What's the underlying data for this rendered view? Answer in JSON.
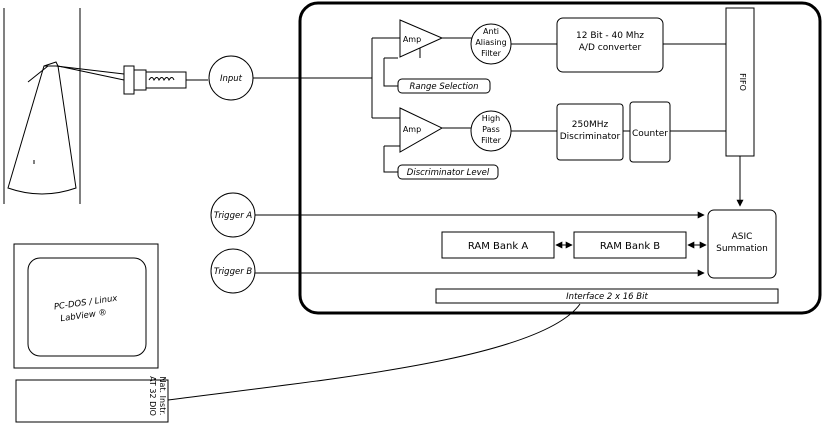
{
  "diagram": {
    "nodes": {
      "input": "Input",
      "trigger_a": "Trigger A",
      "trigger_b": "Trigger B",
      "amp_top": "Amp",
      "amp_bottom": "Amp",
      "range_selection": "Range Selection",
      "discriminator_level": "Discriminator Level",
      "anti_aliasing_filter": [
        "Anti",
        "Aliasing",
        "Filter"
      ],
      "high_pass_filter": [
        "High",
        "Pass",
        "Filter"
      ],
      "adc": [
        "12 Bit - 40 Mhz",
        "A/D converter"
      ],
      "discriminator": [
        "250MHz",
        "Discriminator"
      ],
      "counter": "Counter",
      "fifo": "FIFO",
      "asic": [
        "ASIC",
        "Summation"
      ],
      "ram_bank_a": "RAM Bank A",
      "ram_bank_b": "RAM Bank B",
      "interface": "Interface 2 x 16 Bit",
      "pc": [
        "PC-DOS / Linux",
        "LabView ®"
      ],
      "nat_instr": [
        "Nat. Instr.",
        "AT 32 DIO"
      ]
    }
  }
}
